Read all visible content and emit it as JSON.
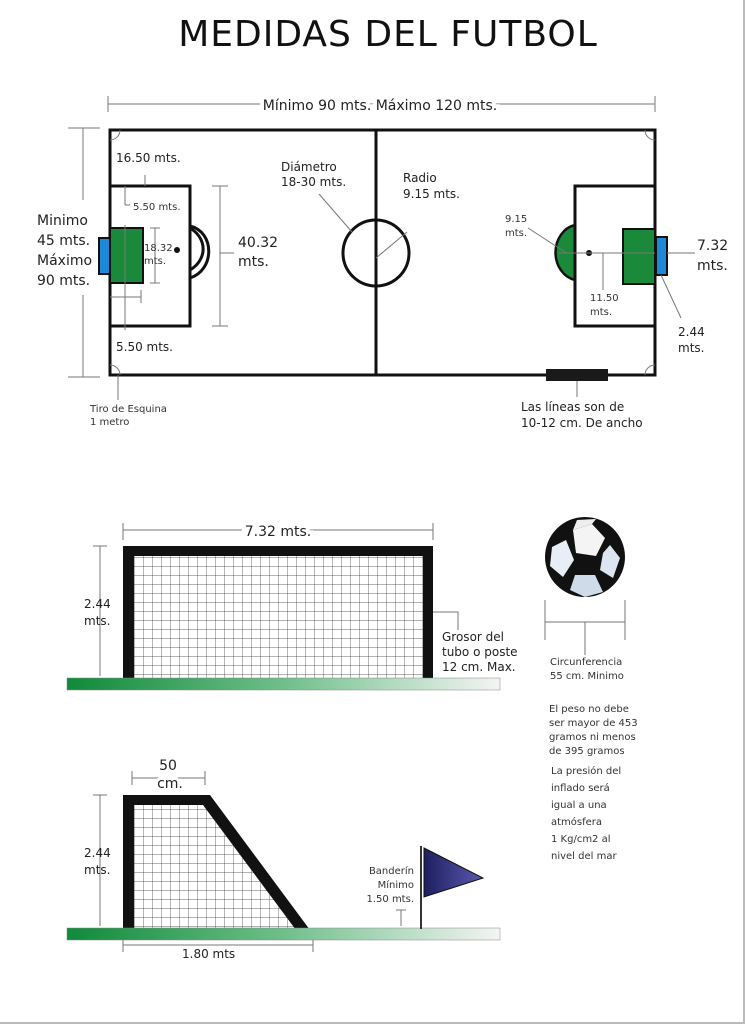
{
  "title": "MEDIDAS DEL FUTBOL",
  "colors": {
    "goal_area": "#1a8a3a",
    "goal": "#1e88d8",
    "flag": "#2a2a7a",
    "line": "#111111"
  },
  "field": {
    "length_label": "Mínimo 90 mts. Máximo 120 mts.",
    "width_label": [
      "Minimo",
      "45 mts.",
      "Máximo",
      "90 mts."
    ],
    "penalty_depth": "16.50 mts.",
    "goal_area_depth": "5.50 mts.",
    "goal_area_depth_bottom": "5.50 mts.",
    "goal_area_width": [
      "18.32",
      "mts."
    ],
    "penalty_width": [
      "40.32",
      "mts."
    ],
    "center_diameter": [
      "Diámetro",
      "18-30 mts."
    ],
    "center_radius": [
      "Radio",
      "9.15 mts."
    ],
    "arc_radius": [
      "9.15",
      "mts."
    ],
    "penalty_spot": [
      "11.50",
      "mts."
    ],
    "goal_width": [
      "7.32",
      "mts."
    ],
    "goal_height": [
      "2.44",
      "mts."
    ],
    "corner": [
      "Tiro de Esquina",
      "1 metro"
    ],
    "lines": [
      "Las líneas son de",
      "10-12 cm. De ancho"
    ]
  },
  "goal_front": {
    "width": "7.32 mts.",
    "height": [
      "2.44",
      "mts."
    ],
    "post": [
      "Grosor del",
      "tubo o poste",
      "12 cm. Max."
    ]
  },
  "goal_side": {
    "top": [
      "50",
      "cm."
    ],
    "height": [
      "2.44",
      "mts."
    ],
    "depth": "1.80 mts"
  },
  "flag": {
    "label": [
      "Banderín",
      "Mínimo",
      "1.50 mts."
    ]
  },
  "ball": {
    "circumference": [
      "Circunferencia",
      "55 cm. Minimo"
    ],
    "weight": [
      "El peso no debe",
      "ser mayor de 453",
      "gramos ni menos",
      "de 395 gramos"
    ],
    "pressure": [
      "La presión del",
      "inflado será",
      "igual a una",
      "atmósfera",
      "1 Kg/cm2 al",
      "nivel del mar"
    ]
  }
}
